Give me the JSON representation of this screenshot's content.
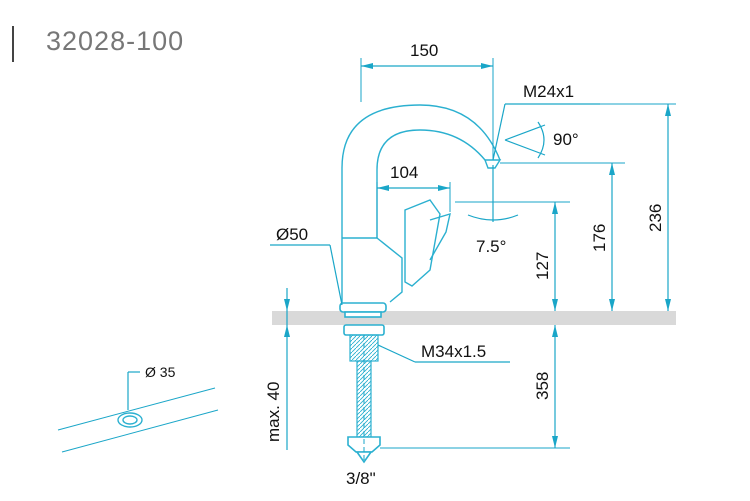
{
  "header": {
    "model_number": "32028-100"
  },
  "dimensions": {
    "spout_reach": "150",
    "handle_reach": "104",
    "thread_top": "M24x1",
    "swivel_angle": "90°",
    "tilt_angle": "7.5°",
    "base_diameter": "Ø50",
    "height_127": "127",
    "height_176": "176",
    "height_236": "236",
    "shank_thread": "M34x1.5",
    "shank_length": "358",
    "max_deck": "max. 40",
    "connection": "3/8\"",
    "hole_diameter": "Ø 35"
  },
  "colors": {
    "line": "#1aa6c8",
    "deck": "#d9d9d9",
    "text": "#111111"
  }
}
